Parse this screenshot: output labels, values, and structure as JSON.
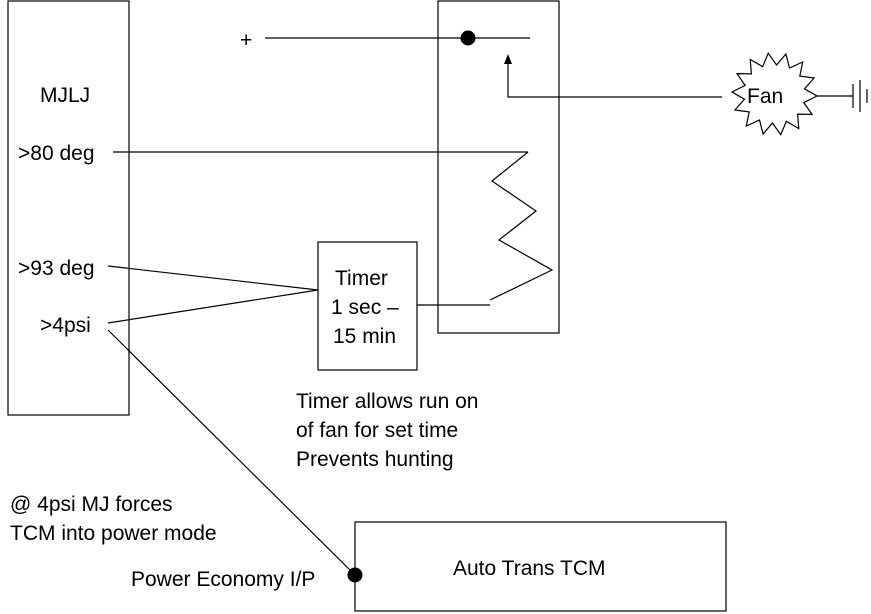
{
  "controller": {
    "name": "MJLJ",
    "outputs": [
      ">80 deg",
      ">93 deg",
      ">4psi"
    ]
  },
  "supply": {
    "plus": "+"
  },
  "fan": {
    "label": "Fan"
  },
  "timer": {
    "lines": [
      "Timer",
      "1 sec –",
      "15 min"
    ]
  },
  "notes": {
    "timer_note": [
      "Timer allows run on",
      "of fan for set time",
      "Prevents hunting"
    ],
    "psi_note": [
      "@ 4psi MJ forces",
      "TCM into power mode"
    ]
  },
  "tcm": {
    "label": "Auto Trans TCM",
    "input_label": "Power Economy I/P"
  }
}
